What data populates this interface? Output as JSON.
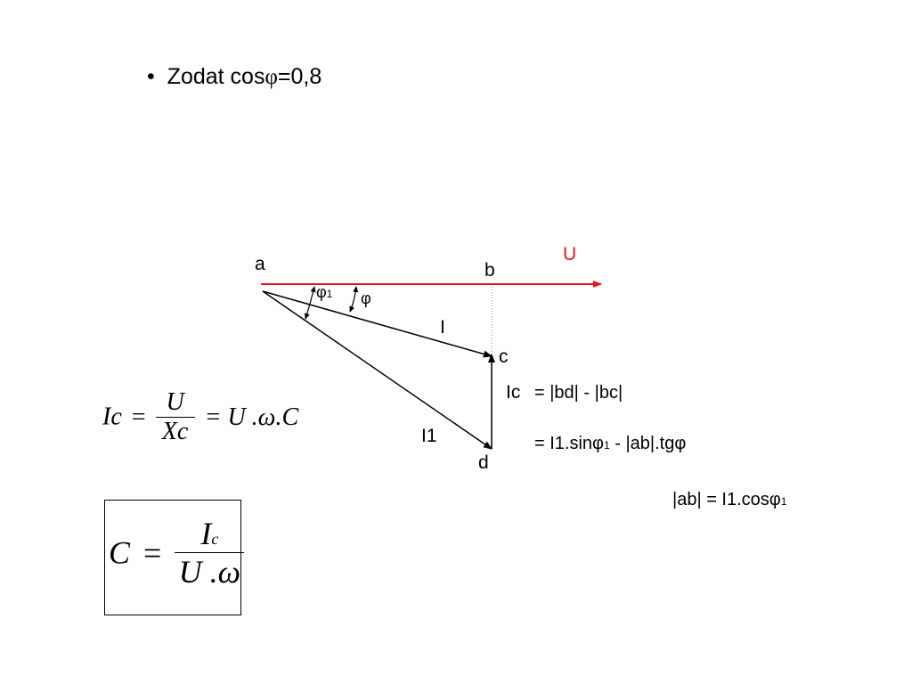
{
  "bullet": {
    "marker": "•",
    "text_prefix": "Zodat cos",
    "symbol": "φ",
    "text_suffix": "=0,8"
  },
  "diagram": {
    "labels": {
      "a": "a",
      "b": "b",
      "c": "c",
      "d": "d",
      "U": "U",
      "I": "I",
      "I1": "I1",
      "Ic": "Ic",
      "phi1": "φ",
      "phi1_sub": "1",
      "phi": "φ"
    },
    "colors": {
      "U": "#e8141e",
      "lines": "#000000",
      "dotted": "#8a8a8a"
    }
  },
  "equations": {
    "line1": "= |bd| - |bc|",
    "line2_a": "= I1.sin",
    "line2_phi": "φ",
    "line2_sub": "1",
    "line2_b": " - |ab|.tg",
    "line2_phi2": "φ",
    "line3_a": "|ab| = I1.cos",
    "line3_phi": "φ",
    "line3_sub": "1"
  },
  "formula1": {
    "lhs": "Ic",
    "eq": "=",
    "num": "U",
    "den": "Xc",
    "rhs": "= U .ω.C"
  },
  "formula2": {
    "lhs": "C",
    "eq": "=",
    "num": "I",
    "num_sub": "c",
    "den": "U .ω"
  }
}
